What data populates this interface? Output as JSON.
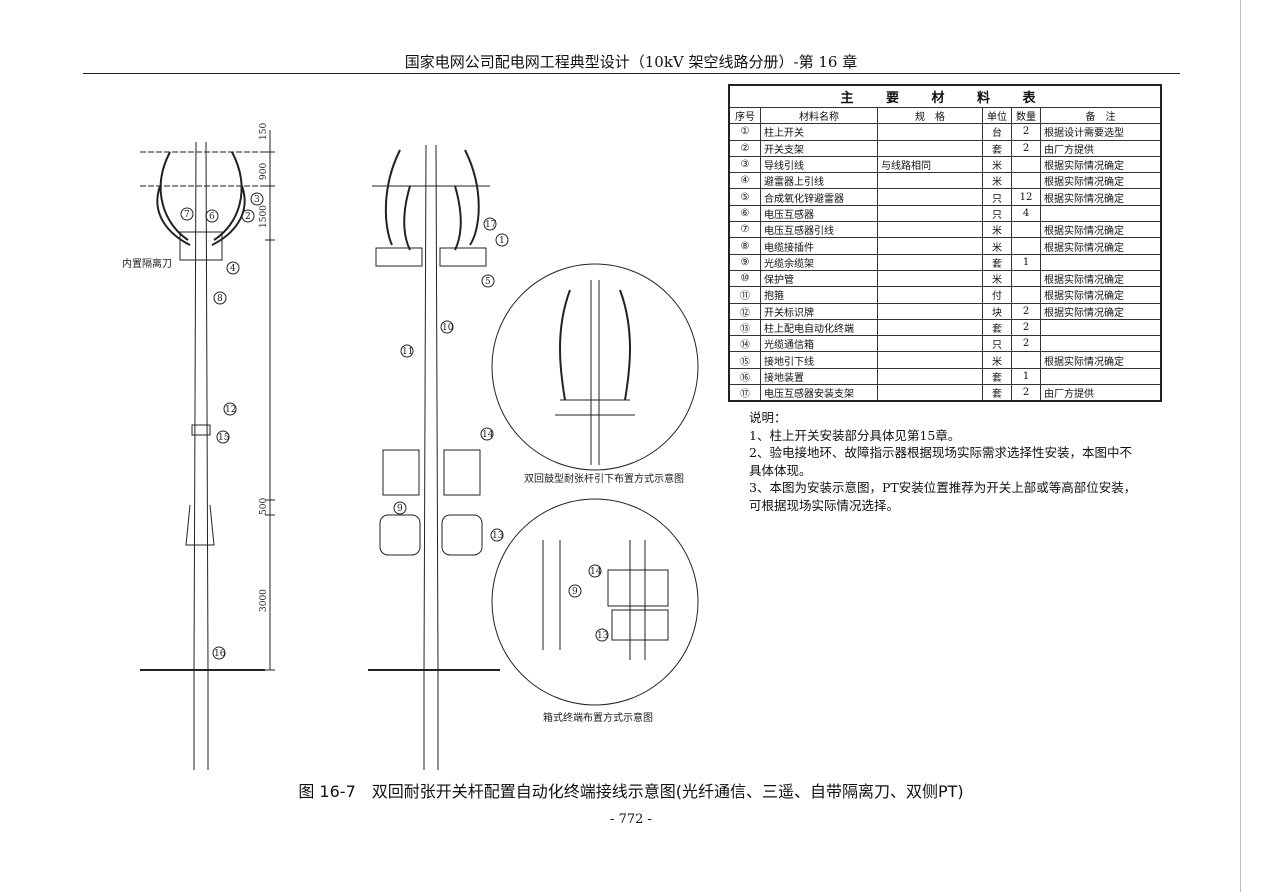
{
  "header": "国家电网公司配电网工程典型设计（10kV 架空线路分册）-第 16 章",
  "table": {
    "title": "主 要 材 料 表",
    "columns": [
      "序号",
      "材料名称",
      "规　格",
      "单位",
      "数量",
      "备　注"
    ],
    "rows": [
      [
        "①",
        "柱上开关",
        "",
        "台",
        "2",
        "根据设计需要选型"
      ],
      [
        "②",
        "开关支架",
        "",
        "套",
        "2",
        "由厂方提供"
      ],
      [
        "③",
        "导线引线",
        "与线路相同",
        "米",
        "",
        "根据实际情况确定"
      ],
      [
        "④",
        "避雷器上引线",
        "",
        "米",
        "",
        "根据实际情况确定"
      ],
      [
        "⑤",
        "合成氧化锌避雷器",
        "",
        "只",
        "12",
        "根据实际情况确定"
      ],
      [
        "⑥",
        "电压互感器",
        "",
        "只",
        "4",
        ""
      ],
      [
        "⑦",
        "电压互感器引线",
        "",
        "米",
        "",
        "根据实际情况确定"
      ],
      [
        "⑧",
        "电缆接插件",
        "",
        "米",
        "",
        "根据实际情况确定"
      ],
      [
        "⑨",
        "光缆余缆架",
        "",
        "套",
        "1",
        ""
      ],
      [
        "⑩",
        "保护管",
        "",
        "米",
        "",
        "根据实际情况确定"
      ],
      [
        "⑪",
        "抱箍",
        "",
        "付",
        "",
        "根据实际情况确定"
      ],
      [
        "⑫",
        "开关标识牌",
        "",
        "块",
        "2",
        "根据实际情况确定"
      ],
      [
        "⑬",
        "柱上配电自动化终端",
        "",
        "套",
        "2",
        ""
      ],
      [
        "⑭",
        "光缆通信箱",
        "",
        "只",
        "2",
        ""
      ],
      [
        "⑮",
        "接地引下线",
        "",
        "米",
        "",
        "根据实际情况确定"
      ],
      [
        "⑯",
        "接地装置",
        "",
        "套",
        "1",
        ""
      ],
      [
        "⑰",
        "电压互感器安装支架",
        "",
        "套",
        "2",
        "由厂方提供"
      ]
    ]
  },
  "notes": [
    "说明：",
    "1、柱上开关安装部分具体见第15章。",
    "2、验电接地环、故障指示器根据现场实际需求选择性安装，本图中不具体体现。",
    "3、本图为安装示意图，PT安装位置推荐为开关上部或等高部位安装，可根据现场实际情况选择。"
  ],
  "drawing": {
    "dims": [
      "150",
      "900",
      "1500",
      "500",
      "3000"
    ],
    "isolator_label": "内置隔离刀",
    "left_callouts": [
      "7",
      "6",
      "2",
      "3",
      "4",
      "8",
      "12",
      "15",
      "16"
    ],
    "mid_callouts": [
      "17",
      "1",
      "5",
      "10",
      "11",
      "14",
      "9",
      "13"
    ],
    "detail_callouts": [
      "14",
      "9",
      "13"
    ],
    "caption_top": "双回鼓型耐张杆引下布置方式示意图",
    "caption_bottom": "箱式终端布置方式示意图"
  },
  "figure_caption": "图 16-7　双回耐张开关杆配置自动化终端接线示意图(光纤通信、三遥、自带隔离刀、双侧PT)",
  "page_number": "- 772 -"
}
